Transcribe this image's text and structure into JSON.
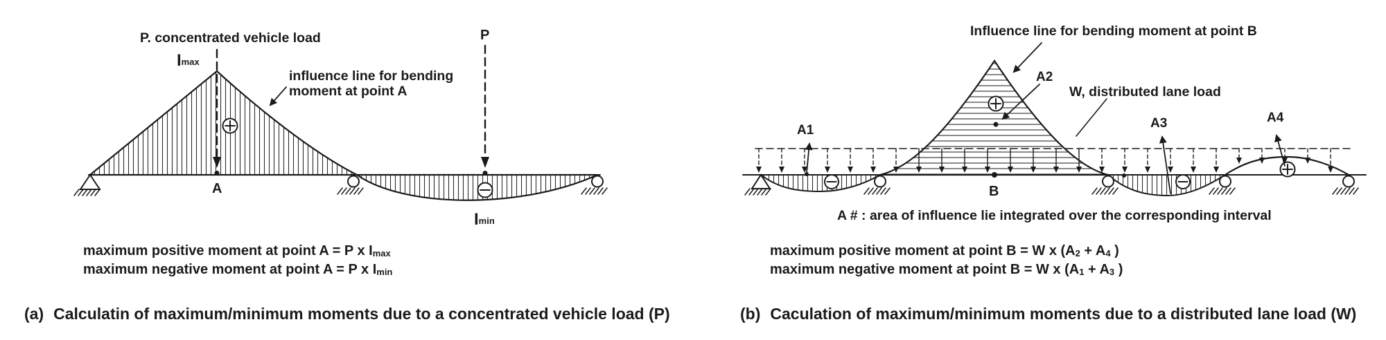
{
  "panel_a": {
    "load_label": "P. concentrated vehicle load",
    "point_load_symbol": "P",
    "imax": {
      "base": "I",
      "sub": "max"
    },
    "imin": {
      "base": "I",
      "sub": "min"
    },
    "il_label_line1": "influence line for bending",
    "il_label_line2": "moment at point A",
    "point_label": "A",
    "formula_positive": {
      "text": "maximum positive moment at point A = P x I",
      "sub": "max"
    },
    "formula_negative": {
      "text": "maximum negative moment at point A = P x I",
      "sub": "min"
    },
    "caption_label": "(a)",
    "caption_text": "Calculatin of maximum/minimum moments due to a concentrated vehicle load (P)"
  },
  "panel_b": {
    "title": "Influence line for bending moment at point B",
    "load_label": "W, distributed lane load",
    "area_a1": "A1",
    "area_a2": "A2",
    "area_a3": "A3",
    "area_a4": "A4",
    "point_label": "B",
    "note": "A # : area of influence lie integrated over the corresponding interval",
    "formula_positive": {
      "text": "maximum positive moment at point B = W x (A",
      "sub1": "2",
      "mid": " + A",
      "sub2": "4",
      "end": " )"
    },
    "formula_negative": {
      "text": "maximum negative moment at point B = W x (A",
      "sub1": "1",
      "mid": " + A",
      "sub2": "3",
      "end": " )"
    },
    "caption_label": "(b)",
    "caption_text": "Caculation of maximum/minimum moments due to a distributed lane load (W)"
  },
  "colors": {
    "ink": "#1a1a1a",
    "background": "#ffffff"
  }
}
